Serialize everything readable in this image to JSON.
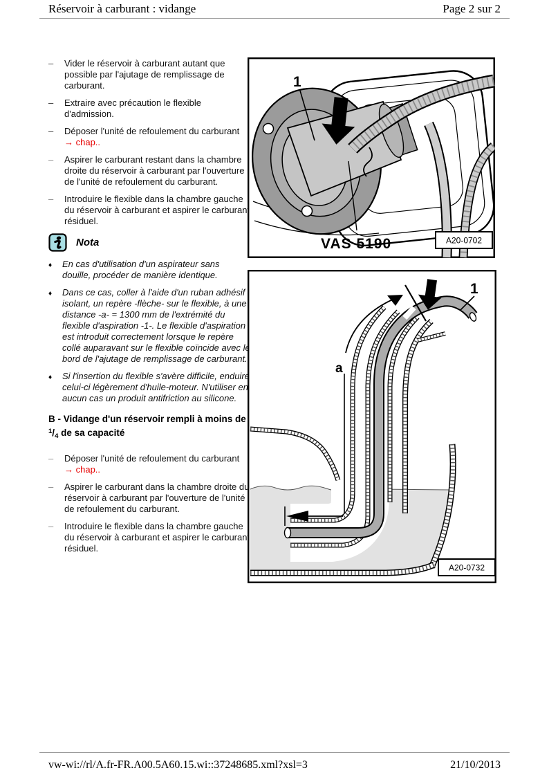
{
  "header": {
    "title": "Réservoir à carburant : vidange",
    "page": "Page 2 sur 2"
  },
  "footer": {
    "link": "vw-wi://rl/A.fr-FR.A00.5A60.15.wi::37248685.xml?xsl=3",
    "date": "21/10/2013"
  },
  "colors": {
    "accent_red": "#e60000",
    "nota_icon_bg": "#a8dfe4",
    "hose_gray": "#ababab",
    "liquid_gray": "#e2e2e2"
  },
  "steps_a": [
    {
      "dash": "–",
      "text": "Vider le réservoir à carburant autant que possible par l'ajutage de remplissage de carburant."
    },
    {
      "dash": "–",
      "text": "Extraire avec précaution le flexible d'admission."
    },
    {
      "dash": "–",
      "text": "Déposer l'unité de refoulement du carburant ",
      "link": "→ chap.."
    },
    {
      "dash": "–",
      "text": "Aspirer le carburant restant dans la chambre droite du réservoir à carburant par l'ouverture de l'unité de refoulement du carburant."
    },
    {
      "dash": "–",
      "text": "Introduire le flexible dans la chambre gauche du réservoir à carburant et aspirer le carburant résiduel."
    }
  ],
  "nota": {
    "label": "Nota",
    "icon": "info-icon",
    "items": [
      {
        "bullet": "♦",
        "text": "En cas d'utilisation d'un aspirateur sans douille, procéder de manière identique."
      },
      {
        "bullet": "♦",
        "text": "Dans ce cas, coller à l'aide d'un ruban adhésif isolant, un repère -flèche- sur le flexible, à une distance -a- = 1300 mm de l'extrémité du flexible d'aspiration -1-. Le flexible d'aspiration est introduit correctement lorsque le repère collé auparavant sur le flexible coïncide avec le bord de l'ajutage de remplissage de carburant."
      },
      {
        "bullet": "♦",
        "text": "Si l'insertion du flexible s'avère difficile, enduire celui-ci légèrement d'huile-moteur. N'utiliser en aucun cas un produit antifriction au silicone."
      }
    ]
  },
  "section_b": {
    "heading_prefix": "B - Vidange d'un réservoir rempli à moins de ",
    "fraction_numerator": "1",
    "fraction_slash": "/",
    "fraction_denominator": "4",
    "heading_suffix": " de sa capacité"
  },
  "steps_b": [
    {
      "dash": "–",
      "text": "Déposer l'unité de refoulement du carburant ",
      "link": "→ chap.."
    },
    {
      "dash": "–",
      "text": "Aspirer le carburant dans la chambre droite du réservoir à carburant par l'ouverture de l'unité de refoulement du carburant."
    },
    {
      "dash": "–",
      "text": "Introduire le flexible dans la chambre gauche du réservoir à carburant et aspirer le carburant résiduel."
    }
  ],
  "figure1": {
    "callout_1": "1",
    "tool_label": "VAS 5190",
    "ref": "A20-0702"
  },
  "figure2": {
    "callout_1": "1",
    "dim_label": "a",
    "ref": "A20-0732"
  }
}
